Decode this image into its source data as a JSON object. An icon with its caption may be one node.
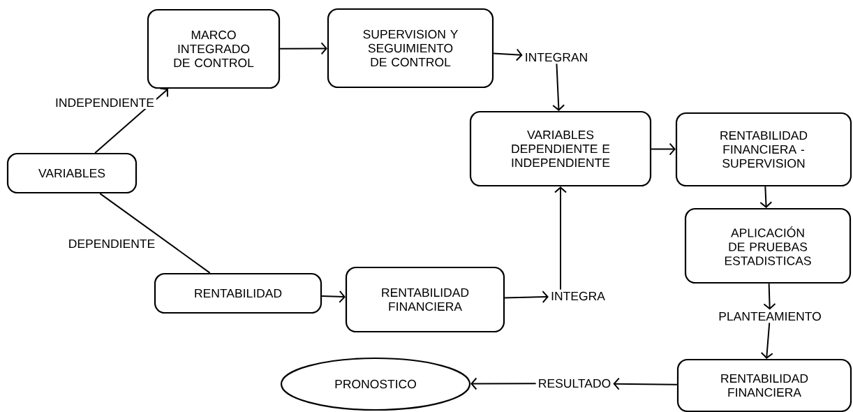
{
  "diagram": {
    "nodes": [
      {
        "text": [
          "MARCO INTEGRADO DE CONTROL"
        ]
      },
      {
        "text": [
          "SUPERVISION Y SEGUIMIENTO DE CONTROL"
        ]
      },
      {
        "text": [
          "INTEGRAN"
        ]
      },
      {
        "text": [
          "VARIABLES"
        ]
      },
      {
        "text": [
          "VARIABLES DEPENDIENTE E INDEPENDIENTE"
        ]
      },
      {
        "text": [
          "RENTABILIDAD FINANCIERA - SUPERVISION"
        ]
      },
      {
        "text": [
          "APLICACIÓN DE PRUEBAS ESTADISTICAS"
        ]
      },
      {
        "text": [
          "RENTABILIDAD"
        ]
      },
      {
        "text": [
          "RENTABILIDAD FINANCIERA"
        ]
      },
      {
        "text": [
          "INTEGRA"
        ]
      },
      {
        "text": [
          "PLANTEAMIENTO"
        ]
      },
      {
        "text": [
          "PRONOSTICO"
        ]
      },
      {
        "text": [
          "RESULTADO"
        ]
      },
      {
        "text": [
          "RENTABILIDAD FINANCIERA"
        ]
      }
    ],
    "edges": [
      {
        "from": 3,
        "to": 0,
        "arrow": "to",
        "label": "INDEPENDIENTE"
      },
      {
        "from": 3,
        "to": 7,
        "arrow": "none",
        "label": "DEPENDIENTE"
      },
      {
        "from": 0,
        "to": 1,
        "arrow": "to"
      },
      {
        "from": 1,
        "to": 2,
        "arrow": "to"
      },
      {
        "from": 2,
        "to": 4,
        "arrow": "to"
      },
      {
        "from": 7,
        "to": 8,
        "arrow": "to"
      },
      {
        "from": 8,
        "to": 9,
        "arrow": "to"
      },
      {
        "from": 9,
        "to": 4,
        "arrow": "to"
      },
      {
        "from": 4,
        "to": 5,
        "arrow": "to"
      },
      {
        "from": 5,
        "to": 6,
        "arrow": "to"
      },
      {
        "from": 6,
        "to": 10,
        "arrow": "to"
      },
      {
        "from": 10,
        "to": 13,
        "arrow": "to"
      },
      {
        "from": 13,
        "to": 12,
        "arrow": "to"
      },
      {
        "from": 12,
        "to": 11,
        "arrow": "to"
      }
    ]
  }
}
